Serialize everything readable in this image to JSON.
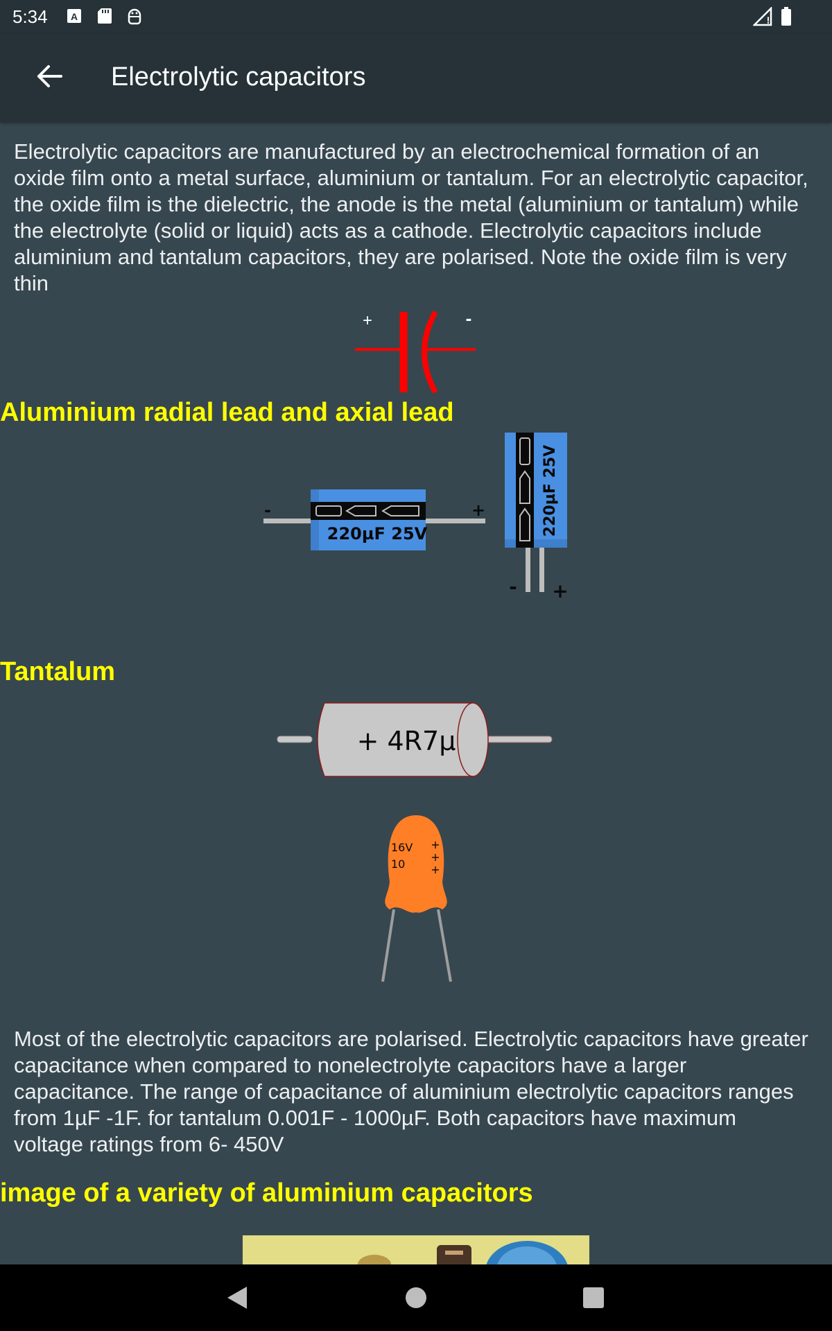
{
  "status_bar": {
    "time": "5:34",
    "icons": [
      "keyboard-a-icon",
      "sd-card-icon",
      "android-debug-icon",
      "signal-icon",
      "battery-icon"
    ]
  },
  "app_bar": {
    "back_icon": "arrow-back-icon",
    "title": "Electrolytic capacitors"
  },
  "content": {
    "intro": "Electrolytic capacitors are manufactured by an electrochemical formation of an oxide film onto a metal surface, aluminium or tantalum. For an electrolytic capacitor, the oxide film is the dielectric, the anode is the metal (aluminium or tantalum) while the electrolyte (solid or liquid) acts as a cathode. Electrolytic capacitors include aluminium and tantalum capacitors, they are polarised. Note the oxide film is very thin",
    "symbol": {
      "plus": "+",
      "minus": "-"
    },
    "aluminium_heading": "Aluminium radial lead and axial lead",
    "axial_cap": {
      "label": "220µF 25V",
      "minus": "-",
      "plus": "+"
    },
    "radial_cap": {
      "label": "220µF 25V",
      "minus": "-",
      "plus": "+"
    },
    "tantalum_heading": "Tantalum",
    "tantalum_axial": {
      "label": "+ 4R7µ"
    },
    "tantalum_bead": {
      "line1": "16V",
      "line2": "10",
      "plus": "+"
    },
    "polarised_text": "Most of the electrolytic capacitors are polarised. Electrolytic capacitors have greater capacitance when compared to nonelectrolyte capacitors have a larger capacitance. The range of capacitance of aluminium electrolytic capacitors ranges from 1µF -1F. for tantalum 0.001F - 1000µF. Both capacitors have maximum voltage ratings from 6- 450V",
    "variety_heading": "image of a variety of aluminium capacitors"
  },
  "colors": {
    "background": "#37474f",
    "bars": "#263238",
    "heading": "#ffff00",
    "symbol": "#ff0000",
    "aluminium_body": "#4a90e2",
    "tantalum_bead": "#ff7f27"
  },
  "nav_bar": {
    "back": "nav-back-icon",
    "home": "nav-home-icon",
    "recents": "nav-recents-icon"
  }
}
